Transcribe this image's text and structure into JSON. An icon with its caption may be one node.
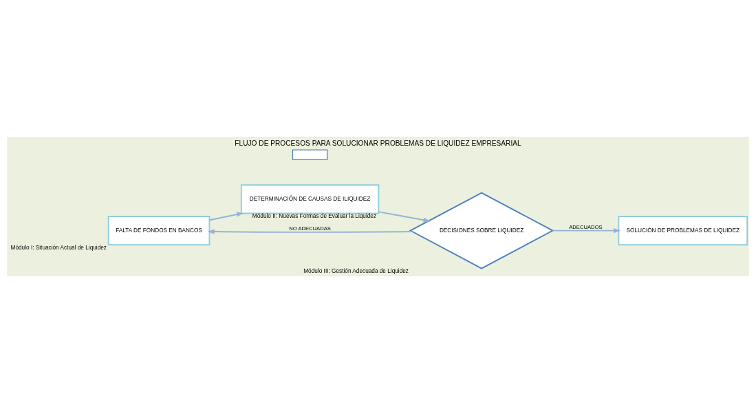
{
  "diagram": {
    "title": "FLUJO DE PROCESOS PARA SOLUCIONAR PROBLEMAS DE LIQUIDEZ EMPRESARIAL",
    "nodes": [
      {
        "text": [
          "FALTA DE FONDOS EN BANCOS"
        ],
        "beside": [
          "Módulo I: Situación Actual de Liquidez"
        ]
      },
      {
        "text": [
          "DETERMINACIÓN DE CAUSAS DE ILIQUIDEZ"
        ],
        "beside": [
          "Módulo II: Nuevas Formas de Evaluar la Liquidez"
        ]
      },
      {
        "text": [],
        "shape": "box"
      },
      {
        "text": [
          "DECISIONES SOBRE LIQUIDEZ"
        ],
        "beside": [
          "Módulo III: Gestión Adecuada de Liquidez"
        ]
      },
      {
        "text": [
          "SOLUCIÓN DE PROBLEMAS DE LIQUIDEZ"
        ]
      }
    ],
    "edges": [
      {
        "from": 0,
        "to": 1,
        "arrow": "to"
      },
      {
        "from": 1,
        "to": 3,
        "arrow": "to"
      },
      {
        "from": 3,
        "to": 0,
        "arrow": "to",
        "label": "NO ADECUADAS"
      },
      {
        "from": 3,
        "to": 4,
        "arrow": "to",
        "label": "ADECUADOS"
      }
    ]
  }
}
